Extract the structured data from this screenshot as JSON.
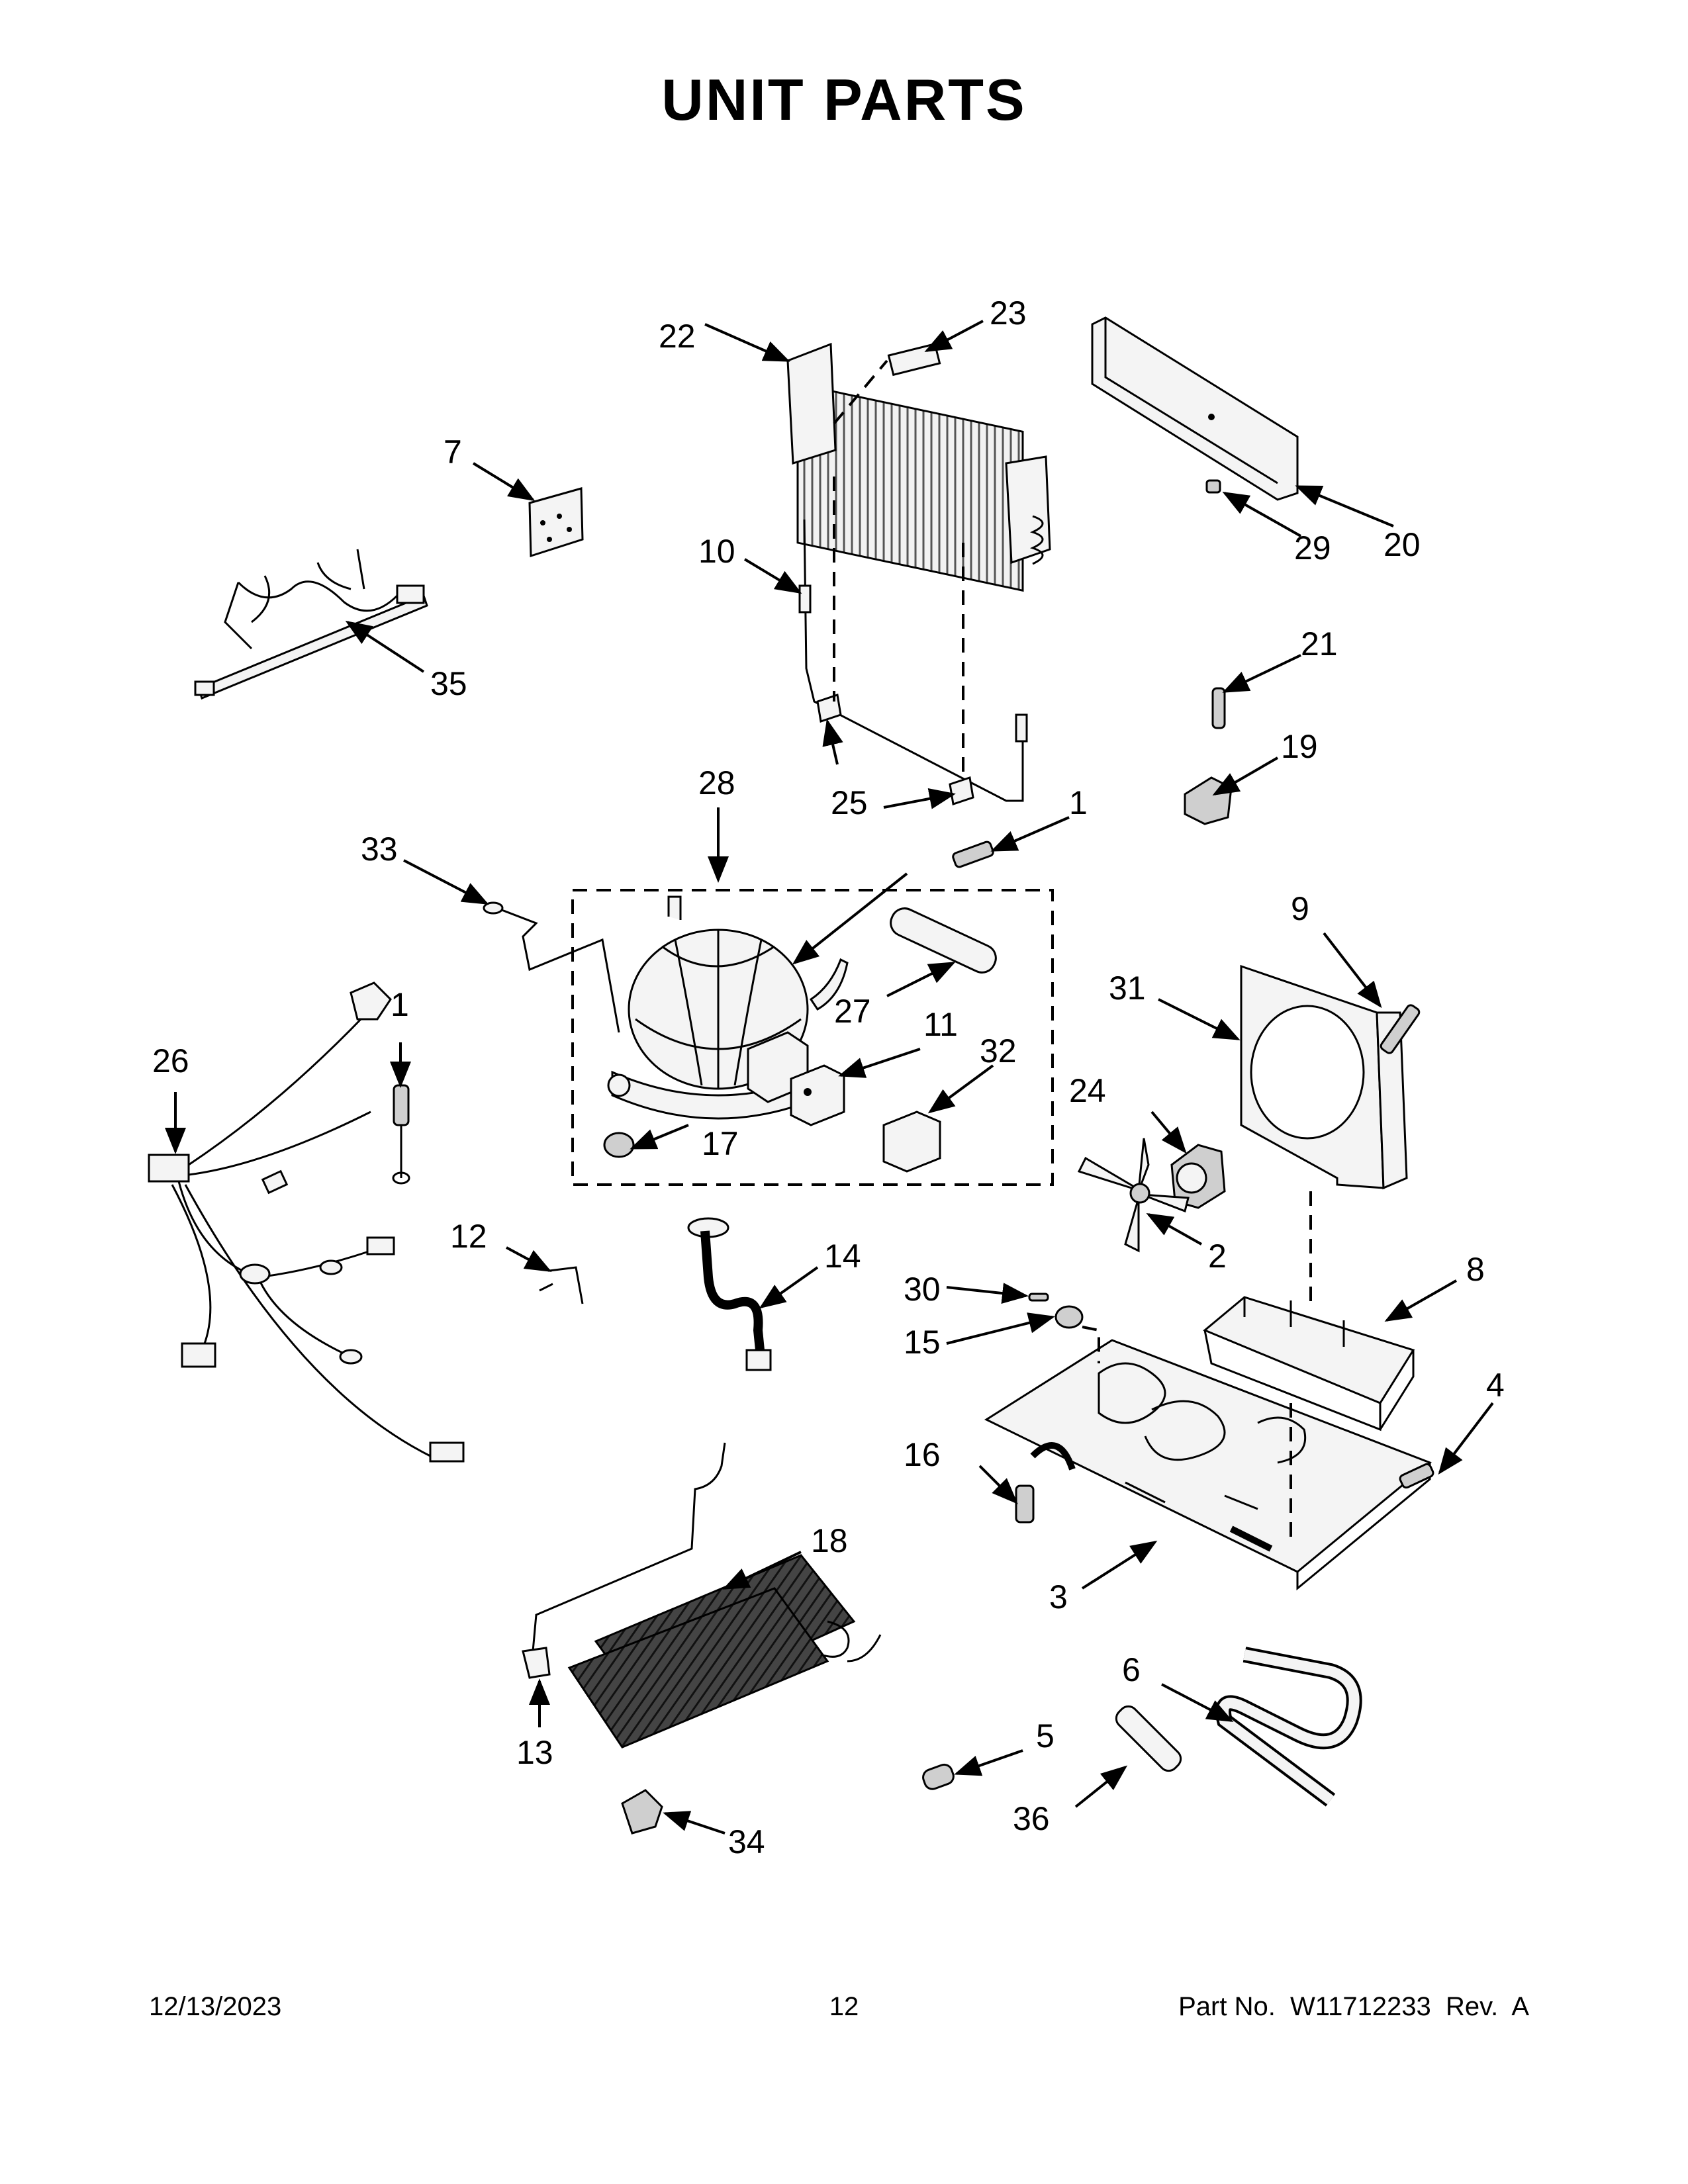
{
  "title": "UNIT PARTS",
  "footer": {
    "date": "12/13/2023",
    "page": "12",
    "part_number": "Part No.  W11712233  Rev.  A"
  },
  "callouts": {
    "c1a": "1",
    "c1b": "1",
    "c2": "2",
    "c3": "3",
    "c4": "4",
    "c5": "5",
    "c6": "6",
    "c7": "7",
    "c8": "8",
    "c9": "9",
    "c10": "10",
    "c11": "11",
    "c12": "12",
    "c13": "13",
    "c14": "14",
    "c15": "15",
    "c16": "16",
    "c17": "17",
    "c18": "18",
    "c19": "19",
    "c20": "20",
    "c21": "21",
    "c22": "22",
    "c23": "23",
    "c24": "24",
    "c25": "25",
    "c26": "26",
    "c27": "27",
    "c28": "28",
    "c29": "29",
    "c30": "30",
    "c31": "31",
    "c32": "32",
    "c33": "33",
    "c34": "34",
    "c35": "35",
    "c36": "36"
  }
}
